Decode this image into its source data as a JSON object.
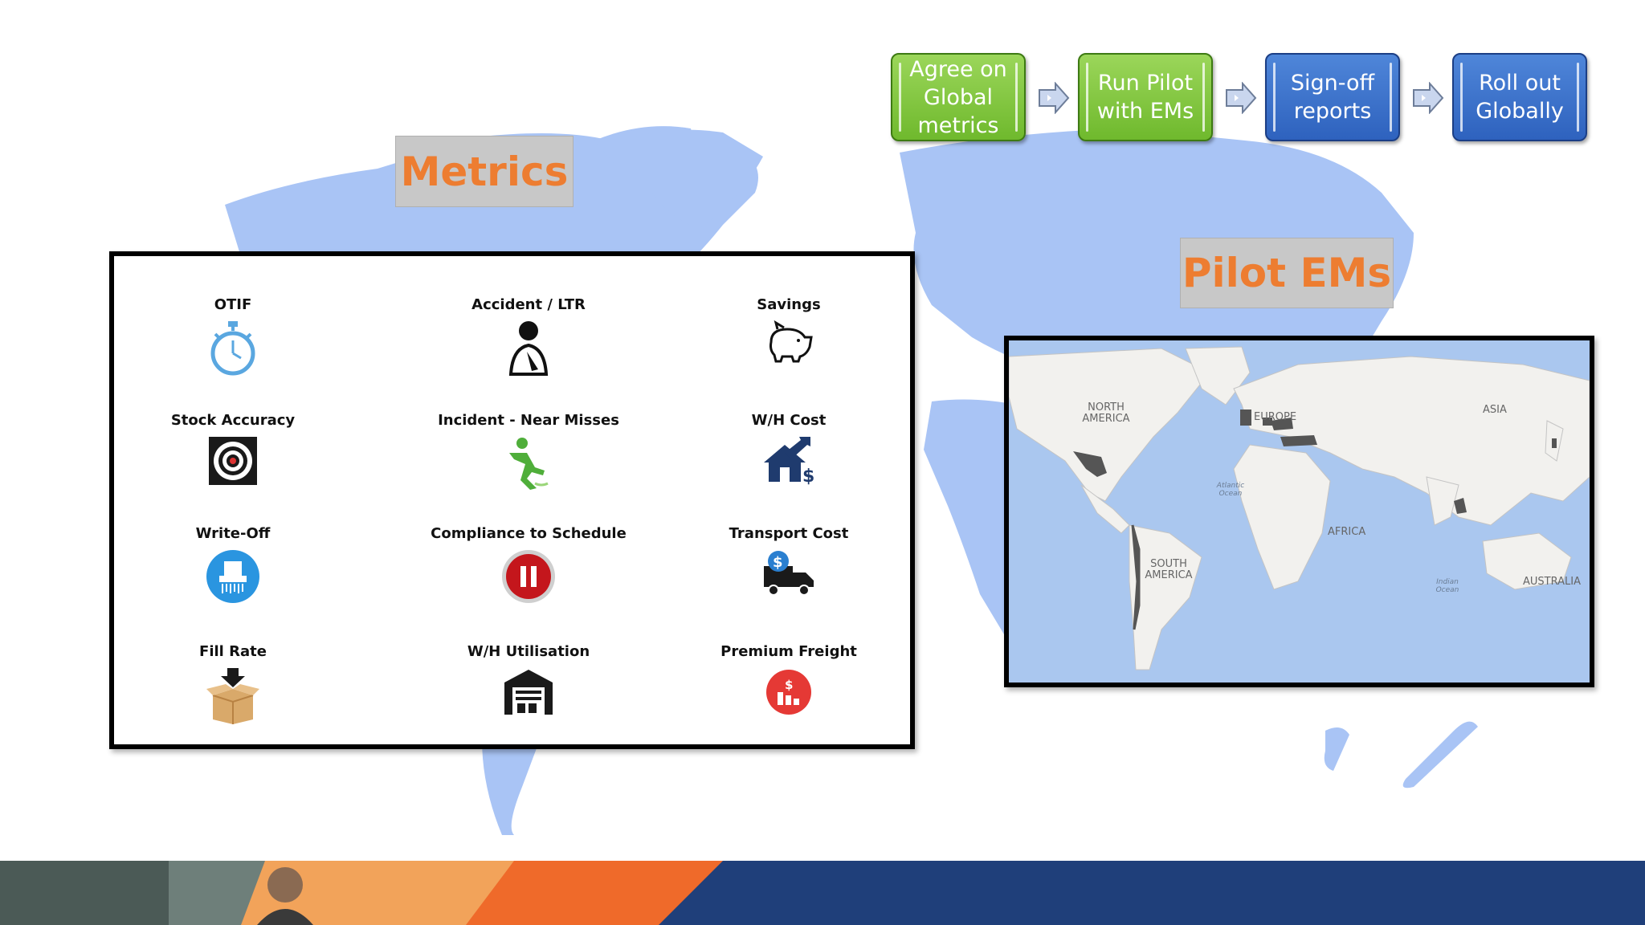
{
  "process": {
    "steps": [
      {
        "label": "Agree on Global metrics"
      },
      {
        "label": "Run Pilot with EMs"
      },
      {
        "label": "Sign-off reports"
      },
      {
        "label": "Roll out Globally"
      }
    ]
  },
  "metrics_section": {
    "title": "Metrics",
    "items": [
      {
        "label": "OTIF",
        "icon": "stopwatch-icon"
      },
      {
        "label": "Accident / LTR",
        "icon": "injured-person-icon"
      },
      {
        "label": "Savings",
        "icon": "piggy-bank-icon"
      },
      {
        "label": "Stock Accuracy",
        "icon": "target-icon"
      },
      {
        "label": "Incident - Near Misses",
        "icon": "slipping-person-icon"
      },
      {
        "label": "W/H Cost",
        "icon": "house-cost-icon"
      },
      {
        "label": "Write-Off",
        "icon": "shredder-icon"
      },
      {
        "label": "Compliance to Schedule",
        "icon": "pause-icon"
      },
      {
        "label": "Transport Cost",
        "icon": "truck-dollar-icon"
      },
      {
        "label": "Fill Rate",
        "icon": "box-fill-icon"
      },
      {
        "label": "W/H Utilisation",
        "icon": "warehouse-icon"
      },
      {
        "label": "Premium Freight",
        "icon": "chart-dollar-icon"
      }
    ]
  },
  "pilot_section": {
    "title": "Pilot EMs",
    "map_labels": {
      "north_america": "NORTH AMERICA",
      "south_america": "SOUTH AMERICA",
      "europe": "EUROPE",
      "africa": "AFRICA",
      "asia": "ASIA",
      "australia": "AUSTRALIA",
      "atlantic": "Atlantic Ocean",
      "indian": "Indian Ocean"
    },
    "colors": {
      "ocean": "#aac7ef",
      "land": "#f2f1ee",
      "highlight": "#555555"
    }
  },
  "colors": {
    "title_orange": "#ed7d31",
    "map_background": "#a9c4f5",
    "step_green": "#7cc23a",
    "step_blue": "#3a70c8",
    "footer_navy": "#1f3f7a",
    "footer_orange": "#ef6a2a"
  }
}
